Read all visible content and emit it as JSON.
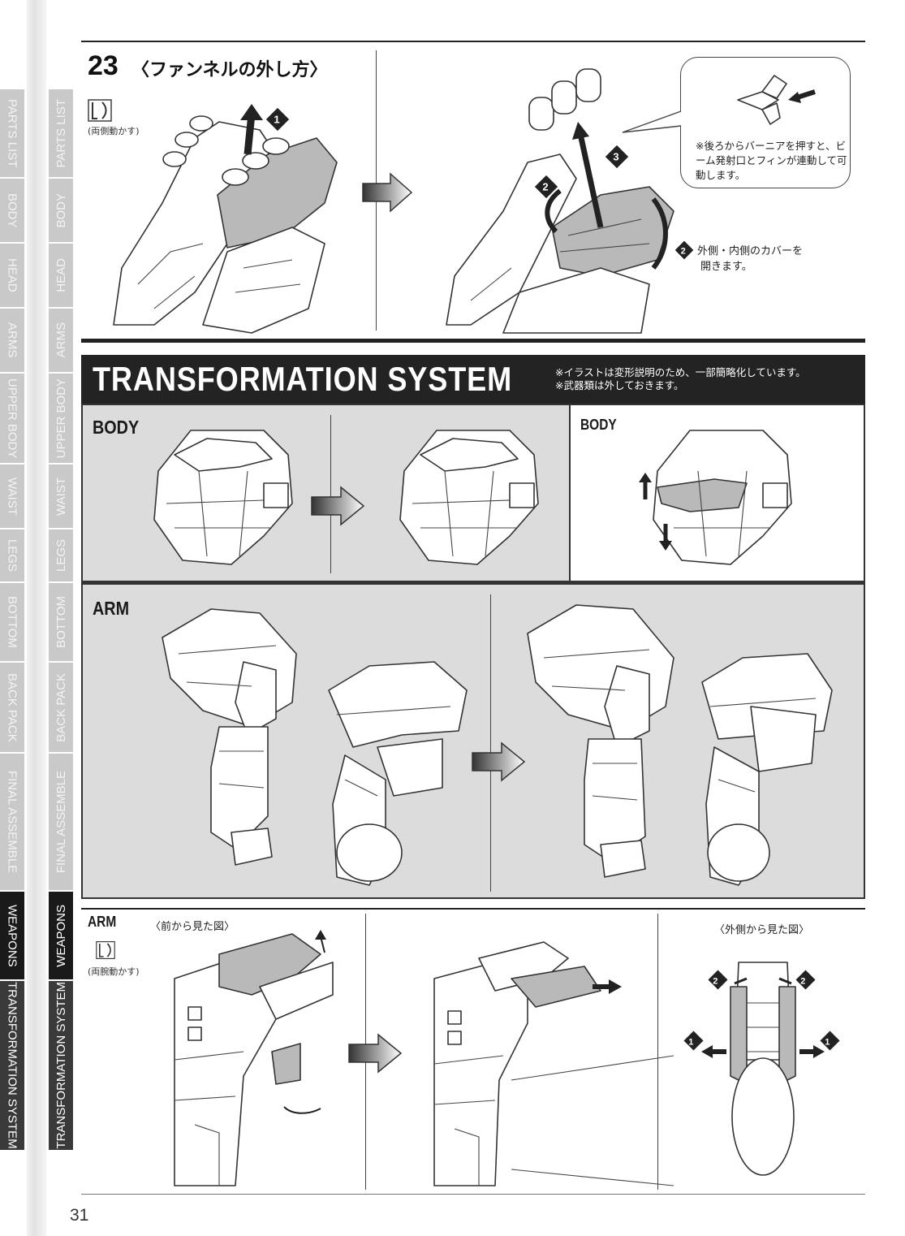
{
  "sidebar": {
    "tabs": [
      {
        "label": "PARTS LIST",
        "h": 110
      },
      {
        "label": "BODY",
        "h": 80
      },
      {
        "label": "HEAD",
        "h": 80
      },
      {
        "label": "ARMS",
        "h": 80
      },
      {
        "label": "UPPER BODY",
        "h": 112
      },
      {
        "label": "WAIST",
        "h": 80
      },
      {
        "label": "LEGS",
        "h": 66
      },
      {
        "label": "BOTTOM",
        "h": 98
      },
      {
        "label": "BACK PACK",
        "h": 112
      },
      {
        "label": "FINAL ASSEMBLE",
        "h": 170
      },
      {
        "label": "WEAPONS",
        "h": 110
      },
      {
        "label": "TRANSFORMATION SYSTEM",
        "h": 210
      }
    ],
    "active_tab": "WEAPONS"
  },
  "step23": {
    "number": "23",
    "title": "〈ファンネルの外し方〉",
    "icon_caption": "(両側動かす)",
    "callout_text": "※後ろからバーニアを押すと、ビーム発射口とフィンが連動して可動します。",
    "note2_line1": "外側・内側のカバーを",
    "note2_line2": "開きます。",
    "badges": [
      "1",
      "2",
      "2",
      "3"
    ]
  },
  "transformation": {
    "title": "TRANSFORMATION SYSTEM",
    "note1": "※イラストは変形説明のため、一部簡略化しています。",
    "note2": "※武器類は外しておきます。",
    "body_label": "BODY",
    "body_label_2": "BODY",
    "arm_label": "ARM",
    "arm_label_2": "ARM",
    "arm_icon_caption": "(両腕動かす)",
    "front_view_caption": "〈前から見た図〉",
    "outer_view_caption": "〈外側から見た図〉",
    "outer_badges": [
      "2",
      "2",
      "1",
      "1"
    ]
  },
  "page_number": "31"
}
